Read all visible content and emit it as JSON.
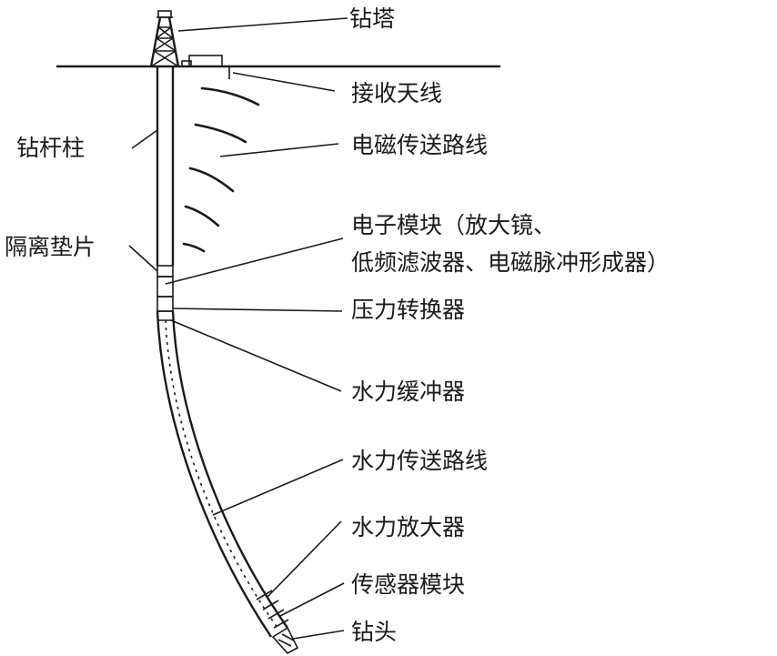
{
  "labels": {
    "derrick": "钻塔",
    "antenna": "接收天线",
    "em_path": "电磁传送路线",
    "drill_string": "钻杆柱",
    "spacer": "隔离垫片",
    "electronics_line1": "电子模块（放大镜、",
    "electronics_line2": "低频滤波器、电磁脉冲形成器）",
    "pressure_transducer": "压力转换器",
    "hydraulic_buffer": "水力缓冲器",
    "hydraulic_path": "水力传送路线",
    "hydraulic_amplifier": "水力放大器",
    "sensor_module": "传感器模块",
    "drill_bit": "钻头"
  },
  "colors": {
    "stroke": "#1a1a1a",
    "background": "#ffffff"
  }
}
